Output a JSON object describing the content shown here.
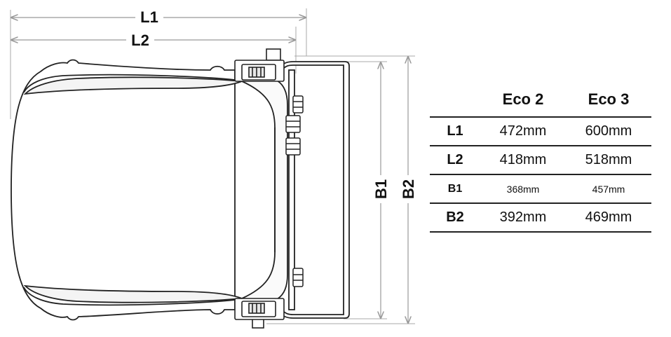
{
  "dimensions": {
    "L1": "L1",
    "L2": "L2",
    "B1": "B1",
    "B2": "B2"
  },
  "table": {
    "columns": [
      "Eco 2",
      "Eco 3"
    ],
    "rows": [
      {
        "name": "L1",
        "values": [
          "472mm",
          "600mm"
        ]
      },
      {
        "name": "L2",
        "values": [
          "418mm",
          "518mm"
        ]
      },
      {
        "name": "B1",
        "values": [
          "368mm",
          "457mm"
        ]
      },
      {
        "name": "B2",
        "values": [
          "392mm",
          "469mm"
        ]
      }
    ]
  }
}
